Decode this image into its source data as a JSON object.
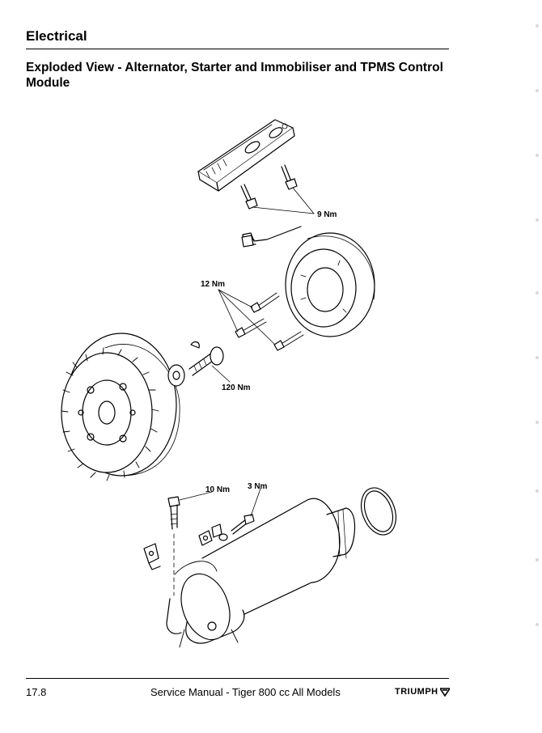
{
  "header": {
    "section": "Electrical",
    "title": "Exploded View - Alternator, Starter and Immobiliser and TPMS Control Module"
  },
  "diagram": {
    "labels": {
      "immobiliser_bolts": "9 Nm",
      "stator_bolts": "12 Nm",
      "rotor_bolt": "120 Nm",
      "starter_bracket_bolt": "10 Nm",
      "starter_terminal_nut": "3 Nm"
    }
  },
  "footer": {
    "page_number": "17.8",
    "manual_title": "Service Manual - Tiger 800 cc All Models",
    "brand": "TRIUMPH"
  }
}
